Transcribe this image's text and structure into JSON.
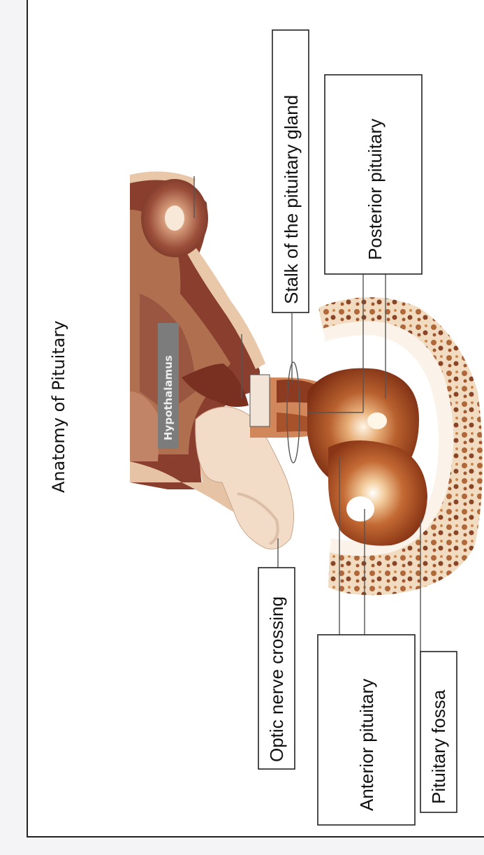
{
  "diagram": {
    "title": "Anatomy of Pituitary",
    "hypothalamus_label": "Hypothalamus",
    "labels": {
      "stalk": "Stalk of the pituitary gland",
      "posterior": "Posterior pituitary",
      "optic": "Optic nerve crossing",
      "anterior": "Anterior pituitary",
      "fossa": "Pituitary fossa"
    },
    "colors": {
      "tissue_dark": "#8a3e2e",
      "tissue_mid": "#b86a4a",
      "tissue_light": "#e8c4a8",
      "tissue_pale": "#f2dcc8",
      "gland": "#a8431f",
      "gland_highlight": "#fff6e8",
      "bone": "#c9935a",
      "bone_dark": "#7a3a1e"
    }
  }
}
